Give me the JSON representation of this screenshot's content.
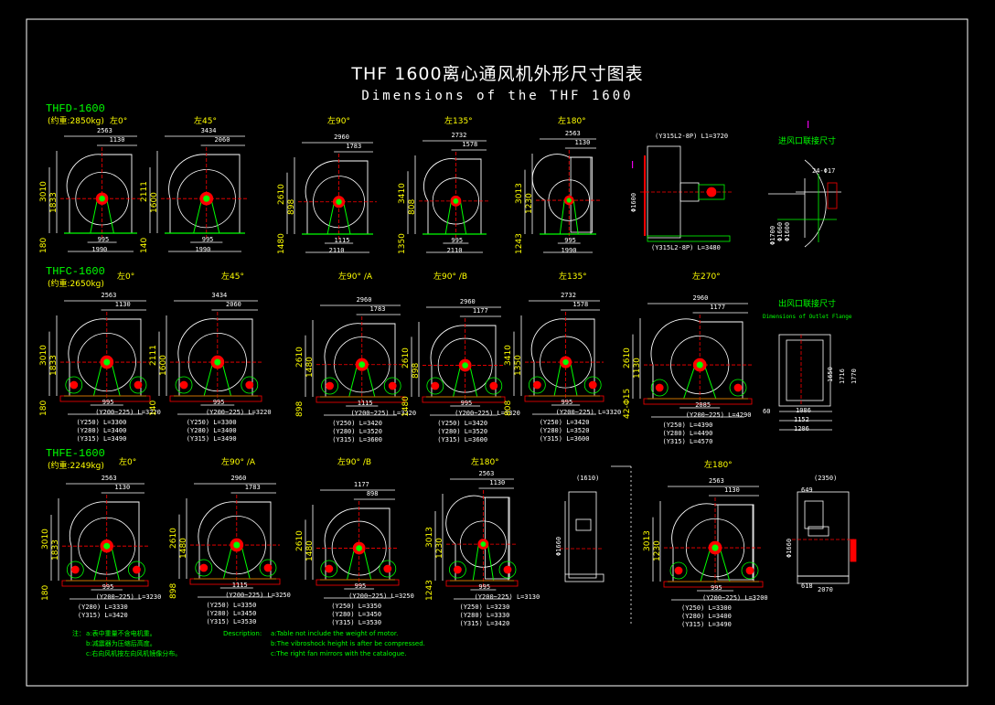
{
  "title": {
    "cn": "THF 1600离心通风机外形尺寸图表",
    "en": "Dimensions of the THF 1600"
  },
  "colors": {
    "background": "#000000",
    "frame": "#ffffff",
    "series": "#00ff00",
    "labels": "#ffff00",
    "dimensions": "#ffffff",
    "casing": "#ffffff",
    "rotor": "#ff0000",
    "base": "#00ff00",
    "centerline": "#ff0000",
    "flange": "#ff00ff"
  },
  "sections": [
    {
      "series": "THFD-1600",
      "weight": "(约重:2850kg)",
      "views": [
        {
          "label": "左0°",
          "dims": {
            "top": "2563",
            "inner": "1130",
            "height": "3010",
            "sub": "1833",
            "bottom": "995",
            "base": "1990",
            "foot": "180"
          },
          "lengths": []
        },
        {
          "label": "左45°",
          "dims": {
            "top": "3434",
            "inner": "2060",
            "height": "2111",
            "sub": "1600",
            "bottom": "995",
            "base": "1990",
            "foot": "140"
          },
          "lengths": []
        },
        {
          "label": "左90°",
          "dims": {
            "top": "2960",
            "inner": "1783",
            "height": "2610",
            "sub": "898",
            "bottom": "1115",
            "base": "2110",
            "foot": "1480"
          },
          "lengths": []
        },
        {
          "label": "左135°",
          "dims": {
            "top": "2732",
            "inner": "1578",
            "height": "3410",
            "sub": "808",
            "bottom": "995",
            "base": "2110",
            "foot": "1350"
          },
          "lengths": []
        },
        {
          "label": "左180°",
          "dims": {
            "top": "2563",
            "inner": "1130",
            "height": "3013",
            "sub": "1230",
            "bottom": "995",
            "base": "1990",
            "foot": "1243"
          },
          "lengths": []
        }
      ],
      "side_view": {
        "top": "(Y315L2-8P) L1=3720",
        "bottom": "(Y315L2-8P) L=3480",
        "dia": "Φ1600"
      },
      "detail": {
        "mark": "I",
        "caption": "进风口联接尺寸",
        "bolts": "24-Φ17",
        "d1": "Φ1700",
        "d2": "Φ1660",
        "d3": "Φ1600"
      }
    },
    {
      "series": "THFC-1600",
      "weight": "(约重:2650kg)",
      "views": [
        {
          "label": "左0°",
          "dims": {
            "top": "2563",
            "inner": "1130",
            "height": "3010",
            "sub": "1833",
            "bottom": "995",
            "base": "(Y200~225) L=3220",
            "foot": "180"
          },
          "lengths": [
            "(Y250) L=3300",
            "(Y280) L=3400",
            "(Y315) L=3490"
          ]
        },
        {
          "label": "左45°",
          "dims": {
            "top": "3434",
            "inner": "2060",
            "height": "2111",
            "sub": "1600",
            "bottom": "995",
            "base": "(Y200~225) L=3220",
            "foot": "140"
          },
          "lengths": [
            "(Y250) L=3300",
            "(Y280) L=3400",
            "(Y315) L=3490"
          ]
        },
        {
          "label": "左90° /A",
          "dims": {
            "top": "2960",
            "inner": "1783",
            "height": "2610",
            "sub": "1480",
            "bottom": "1115",
            "base": "(Y200~225) L=3320",
            "foot": "898"
          },
          "lengths": [
            "(Y250) L=3420",
            "(Y280) L=3520",
            "(Y315) L=3600"
          ]
        },
        {
          "label": "左90° /B",
          "dims": {
            "top": "2960",
            "inner": "1177",
            "height": "2610",
            "sub": "898",
            "bottom": "995",
            "base": "(Y200~225) L=3320",
            "foot": "1480"
          },
          "lengths": [
            "(Y250) L=3420",
            "(Y280) L=3520",
            "(Y315) L=3600"
          ]
        },
        {
          "label": "左135°",
          "dims": {
            "top": "2732",
            "inner": "1578",
            "height": "3410",
            "sub": "1350",
            "bottom": "995",
            "base": "(Y200~225) L=3320",
            "foot": "808"
          },
          "lengths": [
            "(Y250) L=3420",
            "(Y280) L=3520",
            "(Y315) L=3600"
          ]
        },
        {
          "label": "左270°",
          "dims": {
            "top": "2960",
            "inner": "1177",
            "height": "2610",
            "sub": "1130",
            "bottom": "2085",
            "base": "(Y200~225) L=4290",
            "foot": "42-Φ15"
          },
          "lengths": [
            "(Y250) L=4390",
            "(Y280) L=4490",
            "(Y315) L=4570"
          ]
        }
      ],
      "detail": {
        "caption": "出风口联接尺寸",
        "caption_en": "Dimensions of Outlet Flange",
        "bolts": "42-Φ15",
        "h1": "1650",
        "h2": "1716",
        "h3": "1770",
        "w1": "1086",
        "w2": "1152",
        "w3": "1206",
        "off": "60"
      }
    },
    {
      "series": "THFE-1600",
      "weight": "(约重:2249kg)",
      "views": [
        {
          "label": "左0°",
          "dims": {
            "top": "2563",
            "inner": "1130",
            "height": "3010",
            "sub": "1833",
            "bottom": "995",
            "base": "(Y200~225) L=3230",
            "foot": "180"
          },
          "lengths": [
            "(Y280) L=3330",
            "(Y315) L=3420"
          ]
        },
        {
          "label": "左90° /A",
          "dims": {
            "top": "2960",
            "inner": "1783",
            "height": "2610",
            "sub": "1480",
            "bottom": "1115",
            "base": "(Y200~225) L=3250",
            "foot": "898"
          },
          "lengths": [
            "(Y250) L=3350",
            "(Y280) L=3450",
            "(Y315) L=3530"
          ]
        },
        {
          "label": "左90° /B",
          "dims": {
            "top": "1177",
            "inner": "898",
            "height": "2610",
            "sub": "1480",
            "bottom": "995",
            "base": "(Y200~225) L=3250",
            "foot": ""
          },
          "lengths": [
            "(Y250) L=3350",
            "(Y280) L=3450",
            "(Y315) L=3530"
          ]
        },
        {
          "label": "左180°",
          "dims": {
            "top": "2563",
            "inner": "1130",
            "height": "3013",
            "sub": "1230",
            "bottom": "995",
            "base": "(Y200~225) L=3130",
            "foot": "1243"
          },
          "lengths": [
            "(Y250) L=3230",
            "(Y280) L=3330",
            "(Y315) L=3420"
          ]
        }
      ],
      "side_views": [
        {
          "top": "(1610)",
          "dia": "Φ1660"
        },
        {
          "label": "左180°",
          "top": "2563",
          "inner": "1130",
          "height": "3013",
          "sub": "1230",
          "bottom": "995",
          "base": "(Y200~225) L=3200",
          "lengths": [
            "(Y250) L=3300",
            "(Y280) L=3400",
            "(Y315) L=3490"
          ]
        },
        {
          "top": "(2350)",
          "dia": "Φ1660",
          "left": "649",
          "base": "2070",
          "foot": "618"
        }
      ]
    }
  ],
  "notes_cn": {
    "head": "注：",
    "items": [
      "a:表中重量不含电机重。",
      "b:减震器为压缩后高度。",
      "c:右向风机按左向风机镜像分布。"
    ]
  },
  "notes_en": {
    "head": "Description:",
    "items": [
      "a:Table not include the weight of motor.",
      "b:The vibroshock height is after be compressed.",
      "c:The right fan mirrors with the catalogue."
    ]
  }
}
